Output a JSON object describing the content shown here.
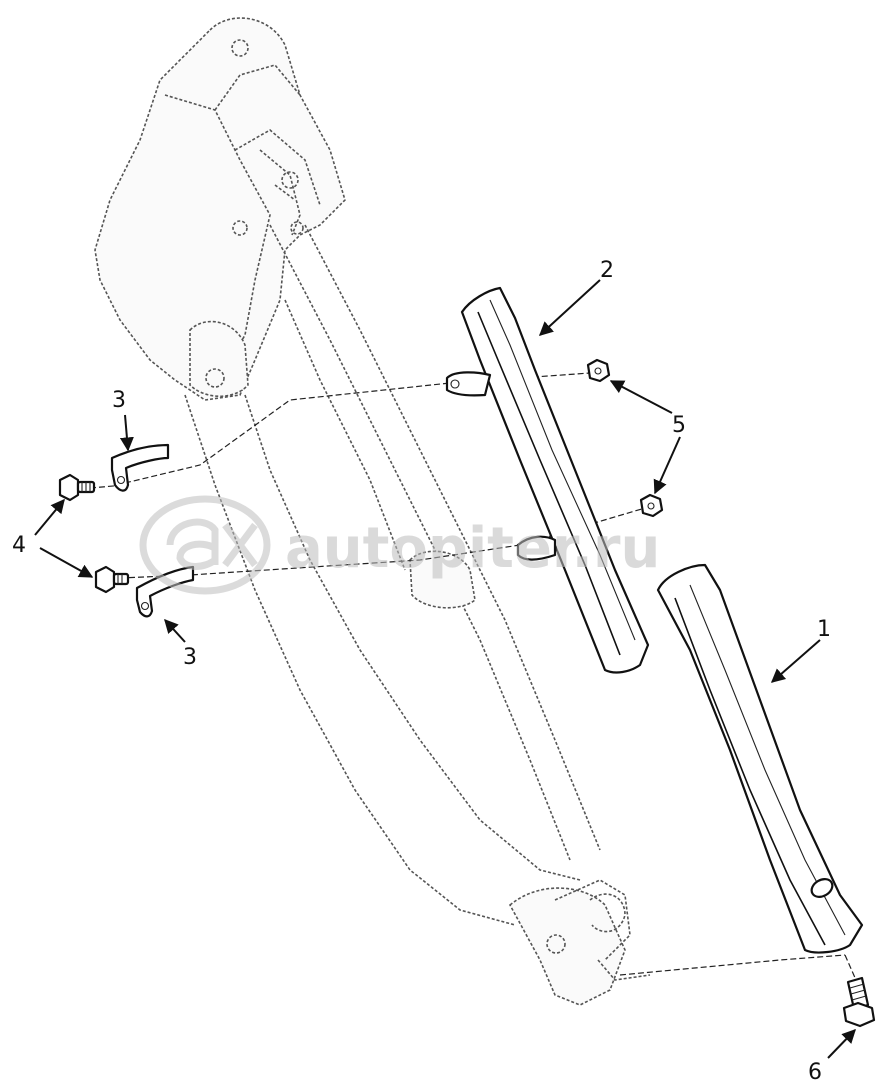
{
  "callouts": {
    "part1": "1",
    "part2": "2",
    "part3_upper": "3",
    "part3_lower": "3",
    "part4": "4",
    "part5": "5",
    "part6": "6"
  },
  "watermark": {
    "text": "autopiter.ru"
  }
}
